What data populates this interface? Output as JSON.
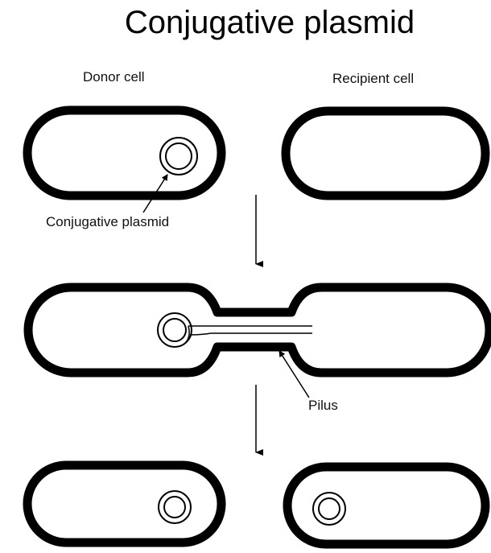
{
  "title": "Conjugative plasmid",
  "labels": {
    "donor_cell": "Donor cell",
    "recipient_cell": "Recipient cell",
    "conjugative_plasmid": "Conjugative plasmid",
    "pilus": "Pilus"
  },
  "colors": {
    "ink": "#000000",
    "background": "#ffffff"
  }
}
